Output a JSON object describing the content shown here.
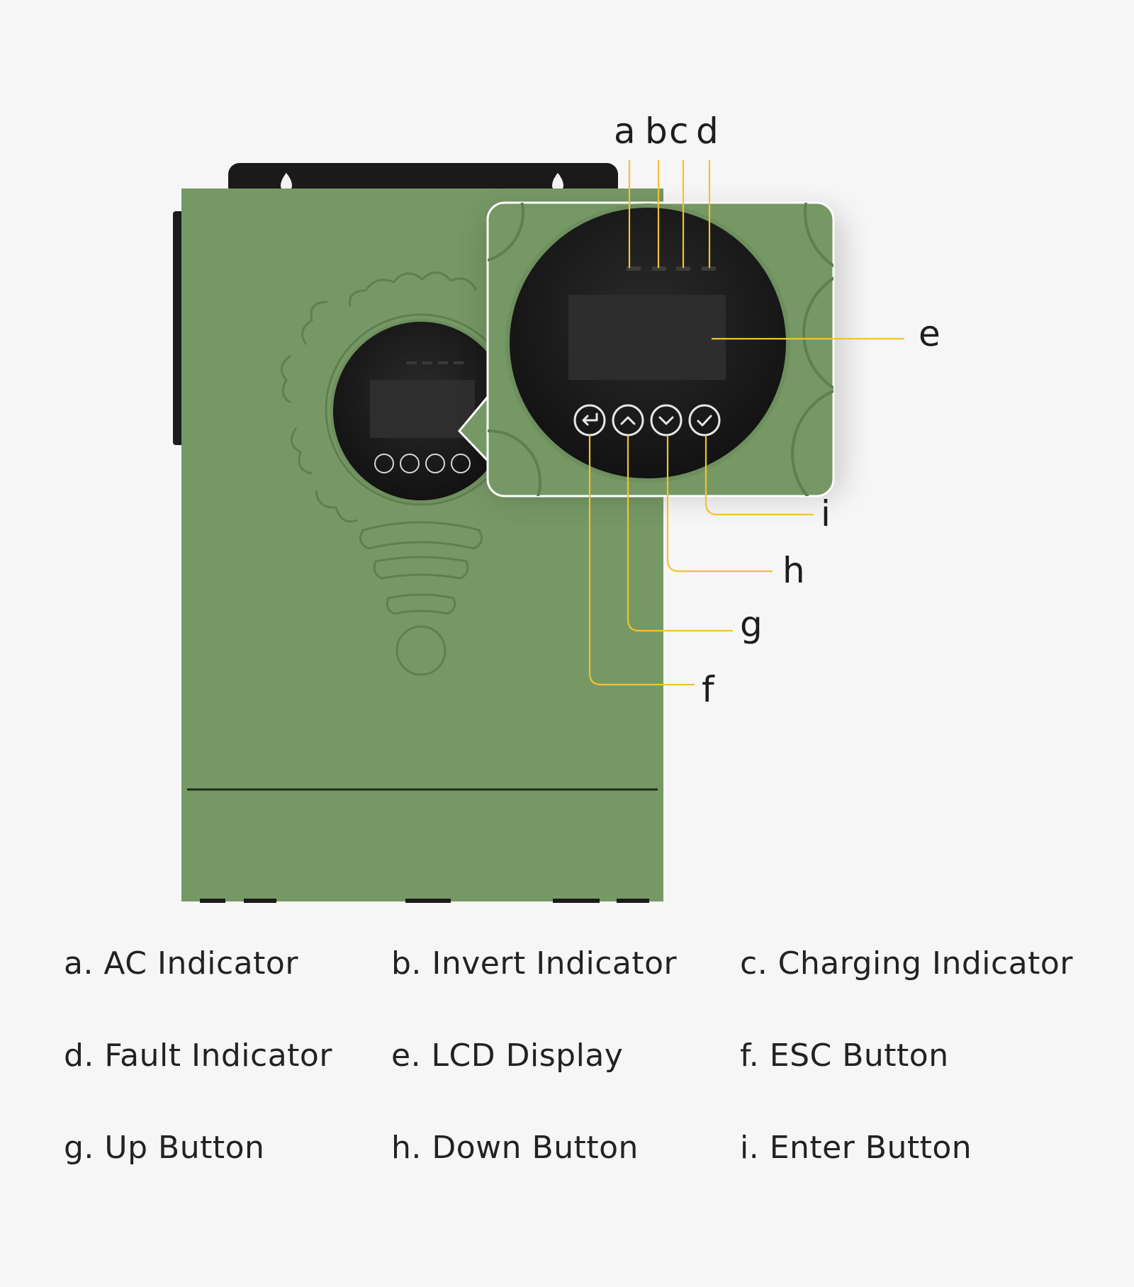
{
  "diagram": {
    "callouts": {
      "a": "a",
      "b": "b",
      "c": "c",
      "d": "d",
      "e": "e",
      "f": "f",
      "g": "g",
      "h": "h",
      "i": "i"
    },
    "leader_color": "#f2c230",
    "device_color": "#769865",
    "screen_color": "#1b1b1b"
  },
  "legend": {
    "items": [
      {
        "key": "a",
        "text": "a. AC Indicator"
      },
      {
        "key": "b",
        "text": "b. Invert Indicator"
      },
      {
        "key": "c",
        "text": "c. Charging Indicator"
      },
      {
        "key": "d",
        "text": "d. Fault Indicator"
      },
      {
        "key": "e",
        "text": "e. LCD Display"
      },
      {
        "key": "f",
        "text": "f. ESC Button"
      },
      {
        "key": "g",
        "text": "g. Up Button"
      },
      {
        "key": "h",
        "text": "h. Down Button"
      },
      {
        "key": "i",
        "text": "i. Enter Button"
      }
    ]
  }
}
